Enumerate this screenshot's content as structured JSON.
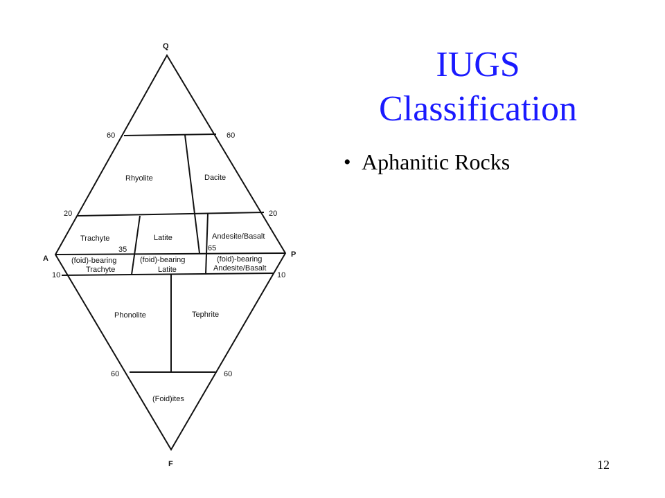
{
  "title": "IUGS Classification",
  "bullets": [
    "Aphanitic Rocks"
  ],
  "page_number": "12",
  "colors": {
    "title": "#1a1aff",
    "lines": "#111111"
  },
  "diagram": {
    "vertices": {
      "Q": "Q",
      "A": "A",
      "P": "P",
      "F": "F"
    },
    "ticks": {
      "q60_left": "60",
      "q60_right": "60",
      "q20_left": "20",
      "q20_right": "20",
      "split35": "35",
      "split65": "65",
      "f10_left": "10",
      "f10_right": "10",
      "f60_left": "60",
      "f60_right": "60"
    },
    "fields": {
      "rhyolite": "Rhyolite",
      "dacite": "Dacite",
      "trachyte": "Trachyte",
      "latite": "Latite",
      "andesite_basalt": "Andesite/Basalt",
      "foid_trachyte_1": "(foid)-bearing",
      "foid_trachyte_2": "Trachyte",
      "foid_latite_1": "(foid)-bearing",
      "foid_latite_2": "Latite",
      "foid_andesite_1": "(foid)-bearing",
      "foid_andesite_2": "Andesite/Basalt",
      "phonolite": "Phonolite",
      "tephrite": "Tephrite",
      "foidites": "(Foid)ites"
    }
  }
}
